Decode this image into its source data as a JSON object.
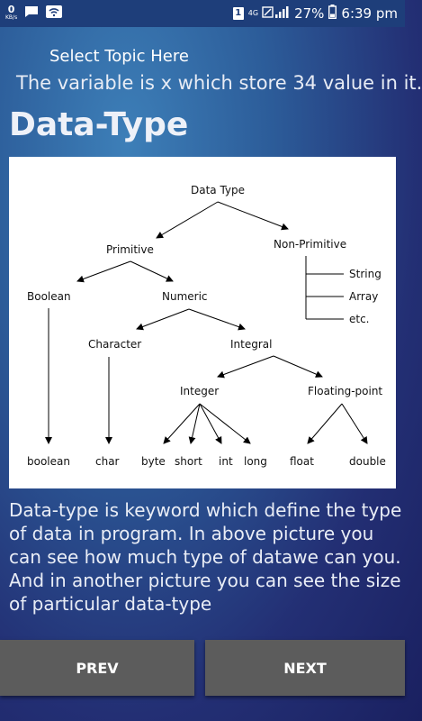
{
  "status_bar": {
    "speed_value": "0",
    "speed_unit": "KB/s",
    "sim_slot": "1",
    "network": "4G",
    "battery": "27%",
    "time": "6:39 pm"
  },
  "app_bar": {
    "title": "Select Topic Here"
  },
  "content": {
    "partial_text": "The variable is x which store 34 value in it.",
    "heading": "Data-Type",
    "description": "Data-type is keyword which define the type of data in program. In above picture you can see how much type of datawe can you. And in another picture you can see the size of particular data-type"
  },
  "diagram": {
    "root": "Data Type",
    "primitive": "Primitive",
    "non_primitive": "Non-Primitive",
    "boolean_cat": "Boolean",
    "numeric": "Numeric",
    "character": "Character",
    "integral": "Integral",
    "integer": "Integer",
    "floating_point": "Floating-point",
    "np_items": [
      "String",
      "Array",
      "etc."
    ],
    "leaves": [
      "boolean",
      "char",
      "byte",
      "short",
      "int",
      "long",
      "float",
      "double"
    ]
  },
  "nav": {
    "prev": "PREV",
    "next": "NEXT"
  },
  "colors": {
    "status_bar": "#1e3e7a",
    "button": "#5c5c5c"
  }
}
